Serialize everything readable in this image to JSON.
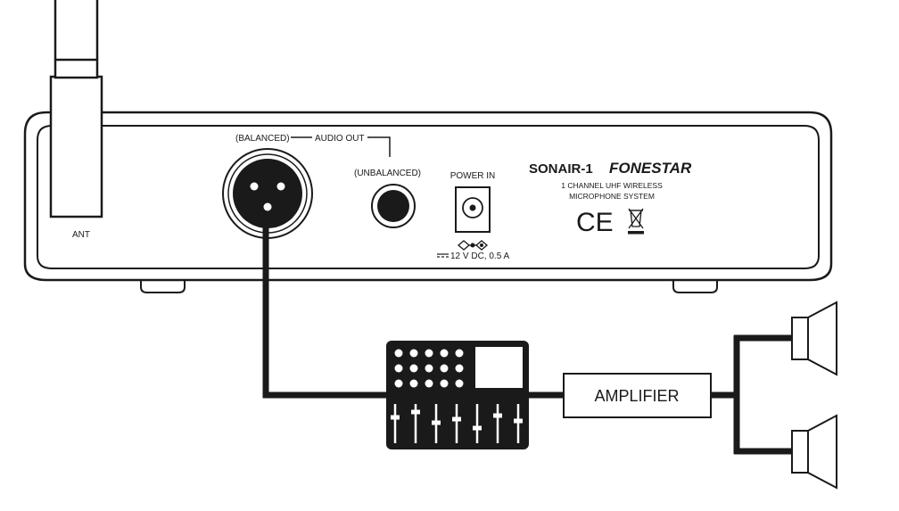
{
  "device": {
    "model": "SONAIR-1",
    "brand": "FONESTAR",
    "description_line1": "1 CHANNEL UHF WIRELESS",
    "description_line2": "MICROPHONE SYSTEM",
    "ce_mark": "CE",
    "antenna_label": "ANT",
    "audio_out_label": "AUDIO OUT",
    "balanced_label": "(BALANCED)",
    "unbalanced_label": "(UNBALANCED)",
    "power_in_label": "POWER IN",
    "power_spec": "12 V DC, 0.5 A"
  },
  "chain": {
    "amplifier_label": "AMPLIFIER"
  },
  "colors": {
    "line": "#1a1a1a",
    "background": "#ffffff"
  },
  "icons": [
    "weee-bin-icon",
    "polarity-icon",
    "dc-symbol-icon",
    "mixer-icon",
    "speaker-icon"
  ]
}
